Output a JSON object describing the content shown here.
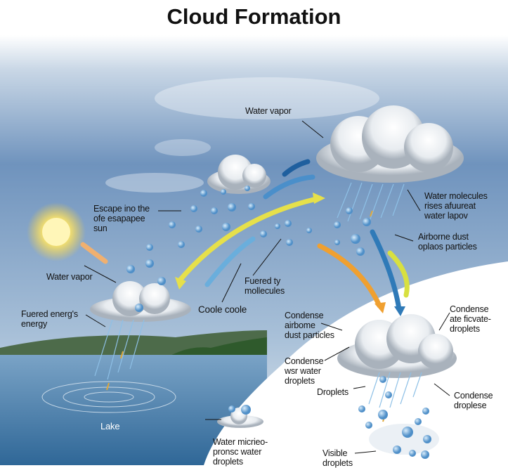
{
  "title": "Cloud Formation",
  "labels": {
    "water_vapor_top": [
      "Water vapor"
    ],
    "escape": [
      "Escape ino the",
      "ofe esapapee",
      "sun"
    ],
    "water_molecules": [
      "Water molecules",
      "rises afuureat",
      "water lapov"
    ],
    "airborne_dust": [
      "Airborne dust",
      "oplaos particles"
    ],
    "water_vapor_left": [
      "Water vapor"
    ],
    "fuered_ty": [
      "Fuered ty",
      "mollecules"
    ],
    "fuered_energy": [
      "Fuered energ's",
      "energy"
    ],
    "coole": [
      "Coole coole"
    ],
    "condense_airborne": [
      "Condense",
      "airbome",
      "dust particles"
    ],
    "condense_right": [
      "Condense",
      "ate ficvate-",
      "droplets"
    ],
    "condense_water": [
      "Condense",
      "wsr water",
      "droplets"
    ],
    "droplets": [
      "Droplets"
    ],
    "condense_droplese": [
      "Condense",
      "droplese"
    ],
    "lake": [
      "Lake"
    ],
    "water_micro": [
      "Water micrieo-",
      "pronsc water",
      "droplets"
    ],
    "visible": [
      "Visible",
      "droplets"
    ]
  },
  "colors": {
    "sky_top": "#5f86b4",
    "sky_bottom": "#dbe6ee",
    "lake": "#3f76a3",
    "arrow_yellow": "#e6e04a",
    "arrow_blue": "#3f8cc8",
    "arrow_orange": "#f0a030",
    "droplet": "#6aa6d8"
  }
}
